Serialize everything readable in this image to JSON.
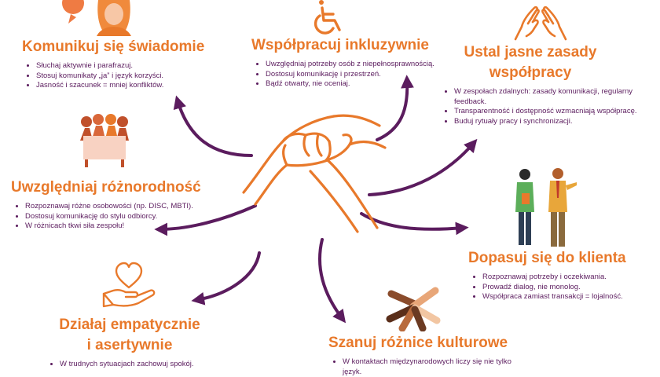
{
  "sections": [
    {
      "id": "komunikuj",
      "title": "Komunikuj się świadomie",
      "icon": "woman-portrait-icon",
      "bullets": [
        "Słuchaj aktywnie i parafrazuj.",
        "Stosuj komunikaty „ja” i język korzyści.",
        "Jasność i szacunek = mniej konfliktów."
      ]
    },
    {
      "id": "wspolpracuj",
      "title": "Współpracuj inkluzywnie",
      "icon": "wheelchair-icon",
      "bullets": [
        "Uwzględniaj potrzeby osób z niepełnosprawnością.",
        "Dostosuj komunikację i przestrzeń.",
        "Bądź otwarty, nie oceniaj."
      ]
    },
    {
      "id": "zasady",
      "title_line1": "Ustal jasne zasady",
      "title_line2": "współpracy",
      "icon": "high-five-hands-icon",
      "bullets": [
        "W zespołach zdalnych: zasady komunikacji, regularny feedback.",
        "Transparentność i dostępność wzmacniają współpracę.",
        "Buduj rytuały pracy i synchronizacji."
      ]
    },
    {
      "id": "roznorodnosc",
      "title": "Uwzględniaj różnorodność",
      "icon": "diverse-group-icon",
      "bullets": [
        "Rozpoznawaj różne osobowości (np. DISC, MBTI).",
        "Dostosuj komunikację do stylu odbiorcy.",
        "W różnicach tkwi siła zespołu!"
      ]
    },
    {
      "id": "klient",
      "title": "Dopasuj się do klienta",
      "icon": "business-people-icon",
      "bullets": [
        "Rozpoznawaj potrzeby i oczekiwania.",
        "Prowadź dialog, nie monolog.",
        "Współpraca zamiast transakcji = lojalność."
      ]
    },
    {
      "id": "empatia",
      "title_line1": "Działaj empatycznie",
      "title_line2": "i asertywnie",
      "icon": "heart-in-hand-icon",
      "bullets": [
        "W trudnych sytuacjach zachowuj spokój."
      ]
    },
    {
      "id": "kultury",
      "title": "Szanuj różnice kulturowe",
      "icon": "stacked-hands-icon",
      "bullets": [
        "W kontaktach międzynarodowych liczy się nie tylko język."
      ]
    }
  ],
  "colors": {
    "accent": "#e8792b",
    "text": "#5b1c5e",
    "arrow": "#5b1c5e"
  }
}
